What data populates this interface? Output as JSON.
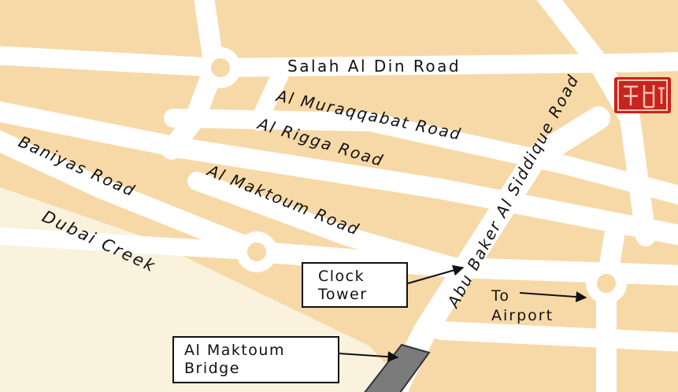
{
  "colors": {
    "land": "#f7d9a7",
    "road": "#ffffff",
    "creek": "#fbf2de",
    "bridge": "#7b7b7b",
    "seal": "#c8231c",
    "text": "#111111"
  },
  "roads": {
    "salah_al_din": "Salah Al Din Road",
    "al_muraqqabat": "Al Muraqqabat Road",
    "al_rigga": "Al Rigga Road",
    "baniyas": "Baniyas Road",
    "al_maktoum": "Al Maktoum Road",
    "abu_baker": "Abu Baker Al Siddique Road"
  },
  "water": {
    "creek": "Dubai Creek"
  },
  "callouts": {
    "clock_tower": {
      "line1": "Clock",
      "line2": "Tower"
    },
    "bridge": {
      "line1": "Al Maktoum",
      "line2": "Bridge"
    },
    "airport": {
      "line1": "To",
      "line2": "Airport"
    }
  },
  "icons": {
    "seal": "red-chinese-seal-icon"
  }
}
